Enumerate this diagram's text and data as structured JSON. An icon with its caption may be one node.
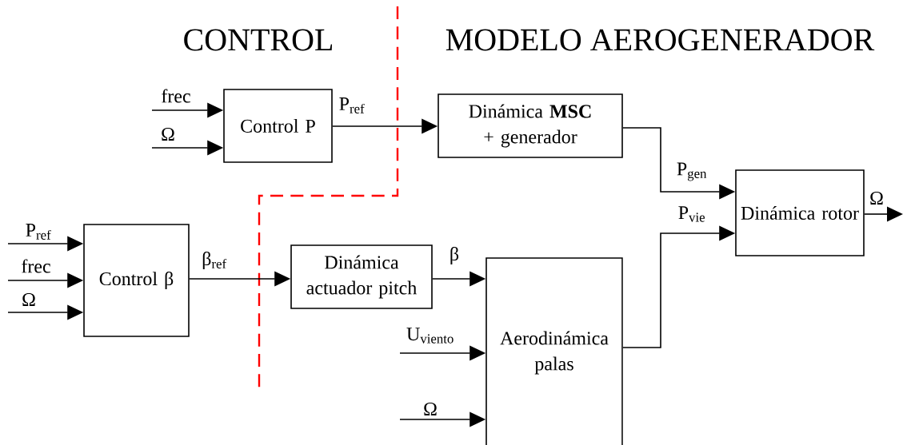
{
  "diagram": {
    "nodes": [
      {
        "text": [
          "Control P"
        ]
      },
      {
        "text": [
          "Dinámica **MSC** + generador"
        ]
      },
      {
        "text": [
          "Dinámica rotor"
        ]
      },
      {
        "text": [
          "Control β"
        ]
      },
      {
        "text": [
          "Dinámica actuador pitch"
        ]
      },
      {
        "text": [
          "Aerodinámica palas"
        ]
      }
    ],
    "edges": [
      {
        "from": null,
        "to": 0,
        "arrow": "to",
        "label": "frec"
      },
      {
        "from": null,
        "to": 0,
        "arrow": "to",
        "label": "Ω"
      },
      {
        "from": 0,
        "to": 1,
        "arrow": "to",
        "label": "P$_{ref}$"
      },
      {
        "from": 1,
        "to": 2,
        "arrow": "to",
        "label": "P$_{gen}$"
      },
      {
        "from": 5,
        "to": 2,
        "arrow": "to",
        "label": "P$_{vie}$"
      },
      {
        "from": 2,
        "to": null,
        "arrow": "to",
        "label": "Ω"
      },
      {
        "from": null,
        "to": 3,
        "arrow": "to",
        "label": "P$_{ref}$"
      },
      {
        "from": null,
        "to": 3,
        "arrow": "to",
        "label": "frec"
      },
      {
        "from": null,
        "to": 3,
        "arrow": "to",
        "label": "Ω"
      },
      {
        "from": 3,
        "to": 4,
        "arrow": "to",
        "label": "β$_{ref}$"
      },
      {
        "from": 4,
        "to": 5,
        "arrow": "to",
        "label": "β"
      },
      {
        "from": null,
        "to": 5,
        "arrow": "to",
        "label": "U$_{viento}$"
      },
      {
        "from": null,
        "to": 5,
        "arrow": "to",
        "label": "Ω"
      }
    ],
    "labels": [
      "CONTROL",
      "MODELO AEROGENERADOR"
    ]
  }
}
